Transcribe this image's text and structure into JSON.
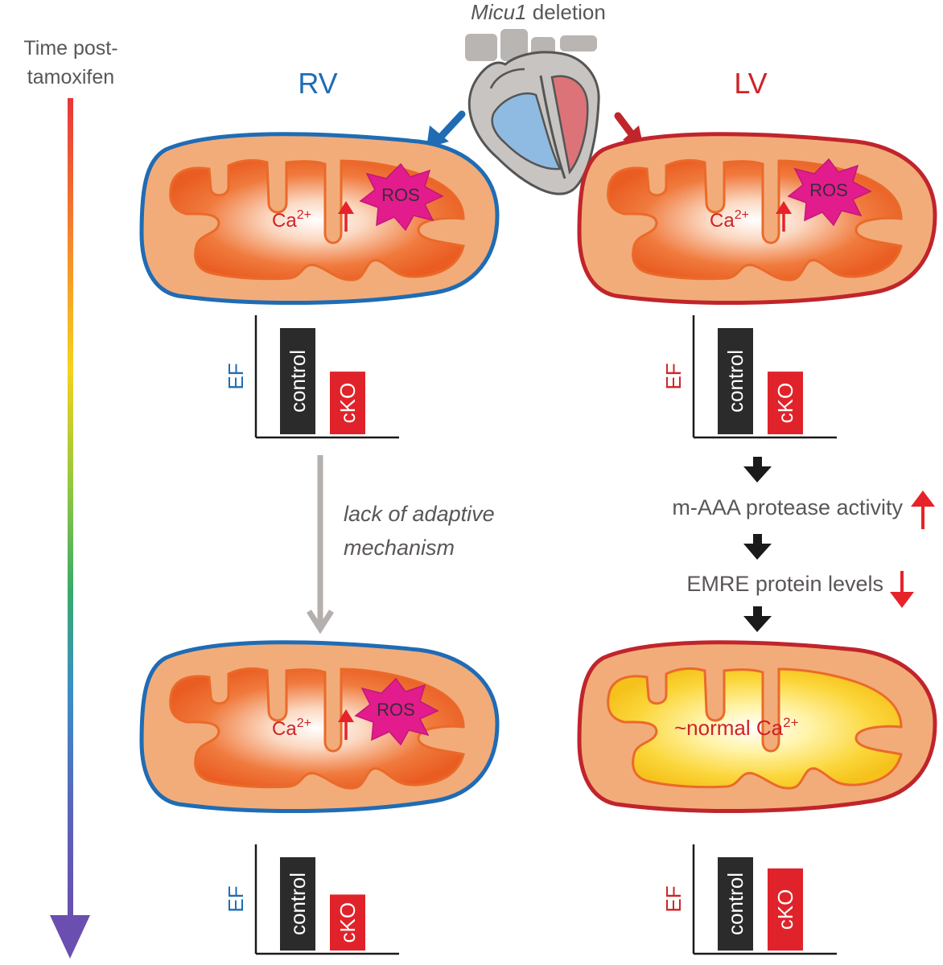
{
  "time_axis": {
    "label_line1": "Time post-",
    "label_line2": "tamoxifen"
  },
  "heart": {
    "title_italic": "Micu1",
    "title_rest": " deletion"
  },
  "colors": {
    "rv": "#1f6cb4",
    "lv": "#c0252b",
    "control_bar": "#2b2b2b",
    "cko_bar": "#e0232a",
    "arrow_red": "#e6232a",
    "flow_arrow": "#1a1a1a",
    "gray_arrow": "#b5b0ad",
    "ros": "#e21c8c"
  },
  "rv": {
    "label": "RV",
    "ca_top": {
      "text": "Ca",
      "sup": "2+"
    },
    "ca_bottom": {
      "text": "Ca",
      "sup": "2+"
    },
    "ros_top": "ROS",
    "ros_bottom": "ROS",
    "note_line1": "lack of adaptive",
    "note_line2": "mechanism"
  },
  "lv": {
    "label": "LV",
    "ca_top": {
      "text": "Ca",
      "sup": "2+"
    },
    "ros_top": "ROS",
    "normal_ca": {
      "text": "~normal Ca",
      "sup": "2+"
    },
    "step1": "m-AAA protease activity",
    "step2": "EMRE protein levels"
  },
  "chart_data": [
    {
      "type": "bar",
      "panel": "RV early",
      "ylabel": "EF",
      "categories": [
        "control",
        "cKO"
      ],
      "values": [
        1.0,
        0.59
      ]
    },
    {
      "type": "bar",
      "panel": "LV early",
      "ylabel": "EF",
      "categories": [
        "control",
        "cKO"
      ],
      "values": [
        1.0,
        0.59
      ]
    },
    {
      "type": "bar",
      "panel": "RV late",
      "ylabel": "EF",
      "categories": [
        "control",
        "cKO"
      ],
      "values": [
        1.0,
        0.6
      ]
    },
    {
      "type": "bar",
      "panel": "LV late",
      "ylabel": "EF",
      "categories": [
        "control",
        "cKO"
      ],
      "values": [
        1.0,
        0.88
      ]
    }
  ]
}
